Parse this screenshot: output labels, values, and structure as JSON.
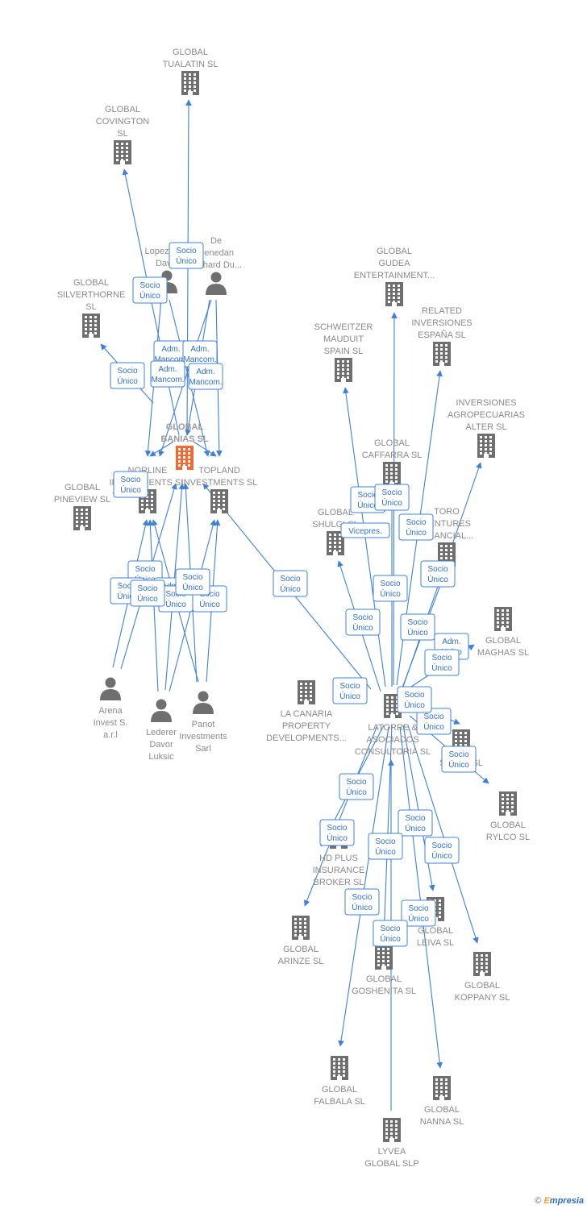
{
  "colors": {
    "edge": "#3f80d9",
    "node": "#6f6f6f",
    "focus": "#f06a32",
    "badge_text": "#2f6fc9"
  },
  "footer": {
    "copyright": "©",
    "brand_first": "E",
    "brand_rest": "mpresia"
  },
  "nodes": [
    {
      "id": "banias",
      "kind": "building-focus",
      "label": [
        "GLOBAL",
        "BANIAS  SL"
      ]
    },
    {
      "id": "tualatin",
      "kind": "building",
      "label": [
        "GLOBAL",
        "TUALATIN  SL"
      ]
    },
    {
      "id": "covington",
      "kind": "building",
      "label": [
        "GLOBAL",
        "COVINGTON",
        "SL"
      ]
    },
    {
      "id": "silverthorne",
      "kind": "building",
      "label": [
        "GLOBAL",
        "SILVERTHORNE",
        "SL"
      ]
    },
    {
      "id": "pineview",
      "kind": "building",
      "label": [
        "GLOBAL",
        "PINEVIEW  SL"
      ]
    },
    {
      "id": "norline",
      "kind": "building",
      "label": [
        "NORLINE",
        "INVESTMENTS SL"
      ]
    },
    {
      "id": "topland",
      "kind": "building",
      "label": [
        "TOPLAND",
        "INVESTMENTS SL"
      ]
    },
    {
      "id": "lopez",
      "kind": "person",
      "label": [
        "Lopez Sola",
        "David"
      ]
    },
    {
      "id": "debenedan",
      "kind": "person",
      "label": [
        "De",
        "Benedan",
        "Richard Du..."
      ]
    },
    {
      "id": "arena",
      "kind": "person",
      "label": [
        "Arena",
        "Invest S.",
        "a.r.l"
      ]
    },
    {
      "id": "lederer",
      "kind": "person",
      "label": [
        "Lederer",
        "Davor",
        "Luksic"
      ]
    },
    {
      "id": "panot",
      "kind": "person",
      "label": [
        "Panot",
        "Investments",
        "Sarl"
      ]
    },
    {
      "id": "latorre",
      "kind": "building",
      "label": [
        "LATORRE &",
        "ASOCIADOS",
        "CONSULTORIA SL"
      ]
    },
    {
      "id": "gudea",
      "kind": "building",
      "label": [
        "GLOBAL",
        "GUDEA",
        "ENTERTAINMENT..."
      ]
    },
    {
      "id": "related",
      "kind": "building",
      "label": [
        "RELATED",
        "INVERSIONES",
        "ESPAÑA  SL"
      ]
    },
    {
      "id": "schweitzer",
      "kind": "building",
      "label": [
        "SCHWEITZER",
        "MAUDUIT",
        "SPAIN SL"
      ]
    },
    {
      "id": "agropecuarias",
      "kind": "building",
      "label": [
        "INVERSIONES",
        "AGROPECUARIAS",
        "ALTER  SL"
      ]
    },
    {
      "id": "caffarra",
      "kind": "building",
      "label": [
        "GLOBAL",
        "CAFFARRA  SL"
      ]
    },
    {
      "id": "shulgi",
      "kind": "building",
      "label": [
        "GLOBAL",
        "SHULGI  SL"
      ]
    },
    {
      "id": "toro",
      "kind": "building",
      "label": [
        "TORO",
        "VENTURES",
        "FINANCIAL..."
      ]
    },
    {
      "id": "maghas",
      "kind": "building",
      "label": [
        "GLOBAL",
        "MAGHAS  SL"
      ]
    },
    {
      "id": "lacanaria",
      "kind": "building",
      "label": [
        "LA CANARIA",
        "PROPERTY",
        "DEVELOPMENTS..."
      ]
    },
    {
      "id": "sense",
      "kind": "building",
      "label": [
        "SENSE  SL"
      ]
    },
    {
      "id": "rylco",
      "kind": "building",
      "label": [
        "GLOBAL",
        "RYLCO  SL"
      ]
    },
    {
      "id": "hdplus",
      "kind": "building",
      "label": [
        "HD PLUS",
        "INSURANCE",
        "BROKER  SL"
      ]
    },
    {
      "id": "arinze",
      "kind": "building",
      "label": [
        "GLOBAL",
        "ARINZE  SL"
      ]
    },
    {
      "id": "leiva",
      "kind": "building",
      "label": [
        "GLOBAL",
        "LEIVA  SL"
      ]
    },
    {
      "id": "goshenita",
      "kind": "building",
      "label": [
        "GLOBAL",
        "GOSHENITA SL"
      ]
    },
    {
      "id": "koppany",
      "kind": "building",
      "label": [
        "GLOBAL",
        "KOPPANY  SL"
      ]
    },
    {
      "id": "falbala",
      "kind": "building",
      "label": [
        "GLOBAL",
        "FALBALA  SL"
      ]
    },
    {
      "id": "nanna",
      "kind": "building",
      "label": [
        "GLOBAL",
        "NANNA  SL"
      ]
    },
    {
      "id": "lyvea",
      "kind": "building",
      "label": [
        "LYVEA",
        "GLOBAL  SLP"
      ]
    }
  ],
  "edges": [
    {
      "from": "banias",
      "to": "tualatin"
    },
    {
      "from": "banias",
      "to": "covington"
    },
    {
      "from": "banias",
      "to": "silverthorne"
    },
    {
      "from": "banias",
      "to": "norline"
    },
    {
      "from": "banias",
      "to": "topland"
    },
    {
      "from": "lopez",
      "to": "norline"
    },
    {
      "from": "lopez",
      "to": "topland"
    },
    {
      "from": "debenedan",
      "to": "norline"
    },
    {
      "from": "debenedan",
      "to": "topland"
    },
    {
      "from": "debenedan",
      "to": "banias"
    },
    {
      "from": "norline",
      "to": "pineview"
    },
    {
      "from": "arena",
      "to": "norline"
    },
    {
      "from": "arena",
      "to": "banias"
    },
    {
      "from": "lederer",
      "to": "norline"
    },
    {
      "from": "lederer",
      "to": "banias"
    },
    {
      "from": "lederer",
      "to": "topland"
    },
    {
      "from": "panot",
      "to": "norline"
    },
    {
      "from": "panot",
      "to": "banias"
    },
    {
      "from": "panot",
      "to": "topland"
    },
    {
      "from": "latorre",
      "to": "topland"
    },
    {
      "from": "latorre",
      "to": "gudea"
    },
    {
      "from": "latorre",
      "to": "related"
    },
    {
      "from": "latorre",
      "to": "schweitzer"
    },
    {
      "from": "latorre",
      "to": "agropecuarias"
    },
    {
      "from": "latorre",
      "to": "caffarra"
    },
    {
      "from": "latorre",
      "to": "shulgi"
    },
    {
      "from": "latorre",
      "to": "toro"
    },
    {
      "from": "latorre",
      "to": "maghas"
    },
    {
      "from": "latorre",
      "to": "sense"
    },
    {
      "from": "latorre",
      "to": "rylco"
    },
    {
      "from": "latorre",
      "to": "hdplus"
    },
    {
      "from": "latorre",
      "to": "arinze"
    },
    {
      "from": "latorre",
      "to": "leiva"
    },
    {
      "from": "latorre",
      "to": "goshenita"
    },
    {
      "from": "latorre",
      "to": "koppany"
    },
    {
      "from": "latorre",
      "to": "falbala"
    },
    {
      "from": "latorre",
      "to": "nanna"
    },
    {
      "from": "lyvea",
      "to": "latorre"
    }
  ],
  "badges": [
    [
      "Socio",
      "Único"
    ],
    [
      "Socio",
      "Único"
    ],
    [
      "Adm.",
      "Mancom."
    ],
    [
      "Adm.",
      "Mancom."
    ],
    [
      "Adm.",
      "Mancom."
    ],
    [
      "Adm.",
      "Mancom."
    ],
    [
      "Socio",
      "Único"
    ],
    [
      "Socio",
      "Único"
    ],
    [
      "Socio",
      "Único"
    ],
    [
      "Socio",
      "Único"
    ],
    [
      "Adm.",
      "Mancom."
    ],
    [
      "Socio",
      "Único"
    ],
    [
      "Socio",
      "Único"
    ],
    [
      "Socio",
      "Único"
    ],
    [
      "Socio",
      "Único"
    ],
    [
      "Socio",
      "Único"
    ],
    [
      "Socio",
      "Único"
    ],
    [
      "Socio",
      "Único"
    ],
    [
      "Vicepres."
    ],
    [
      "Socio",
      "Único"
    ],
    [
      "Socio",
      "Único"
    ],
    [
      "Socio",
      "Único"
    ],
    [
      "Socio",
      "Único"
    ],
    [
      "Socio",
      "Único"
    ],
    [
      "Adm.",
      "Unico"
    ],
    [
      "Socio",
      "Único"
    ],
    [
      "Socio",
      "Único"
    ],
    [
      "Socio",
      "Único"
    ],
    [
      "Socio",
      "Único"
    ],
    [
      "Socio",
      "Único"
    ],
    [
      "Socio",
      "Único"
    ],
    [
      "Socio",
      "Único"
    ],
    [
      "Socio",
      "Único"
    ],
    [
      "Socio",
      "Único"
    ],
    [
      "Socio",
      "Único"
    ],
    [
      "Socio",
      "Único"
    ],
    [
      "Socio",
      "Único"
    ],
    [
      "Socio",
      "Único"
    ]
  ]
}
